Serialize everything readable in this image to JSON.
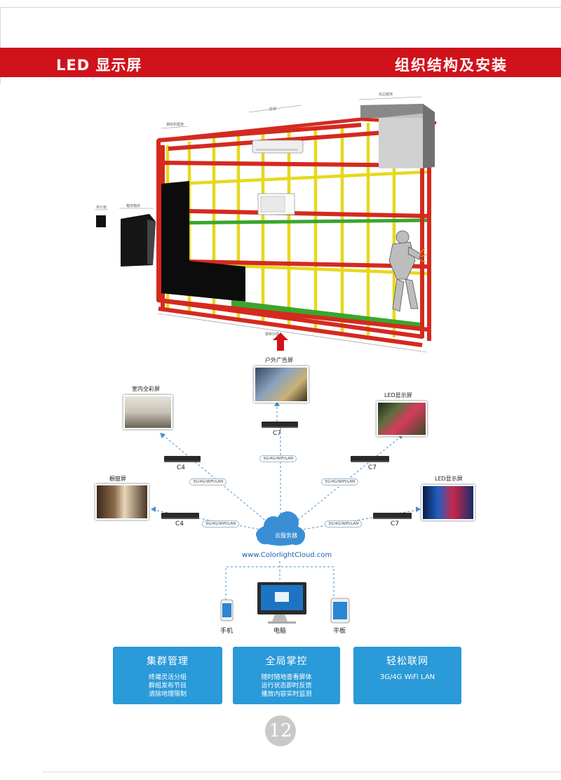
{
  "header": {
    "left_title": "LED 显示屏",
    "right_title": "组织结构及安装"
  },
  "figure": {
    "labels": {
      "small_box": "单元板",
      "cabinet": "箱体箱体",
      "steel_top_left": "钢结构框架",
      "aircon": "空调",
      "edge_decoration": "包边装饰",
      "steel_bottom": "钢架外框"
    }
  },
  "network": {
    "top_label": "户外广告屏",
    "devices": {
      "indoor": "室内全彩屏",
      "window": "橱窗屏",
      "led_right_top": "LED显示屏",
      "led_right_bottom": "LED显示屏"
    },
    "controllers": {
      "c7_top": "C7",
      "c4_upper": "C4",
      "c4_lower": "C4",
      "c7_right_upper": "C7",
      "c7_right_lower": "C7"
    },
    "connection_tag": "3G/4G/WiFi/LAN",
    "cloud_server": "云服务器",
    "cloud_url": "www.ColorlightCloud.com",
    "clients": {
      "phone": "手机",
      "computer": "电脑",
      "tablet": "平板"
    }
  },
  "features": [
    {
      "title": "集群管理",
      "lines": [
        "终端灵活分组",
        "群组发布节目",
        "清除地理限制"
      ]
    },
    {
      "title": "全局掌控",
      "lines": [
        "随时随地查看屏体",
        "运行状态即时反馈",
        "播放内容实时监测"
      ]
    },
    {
      "title": "轻松联网",
      "lines": [
        "3G/4G  WiFi  LAN"
      ]
    }
  ],
  "page_number": "12",
  "colors": {
    "brand_red": "#d0121b",
    "feature_blue": "#2a9ad8"
  }
}
